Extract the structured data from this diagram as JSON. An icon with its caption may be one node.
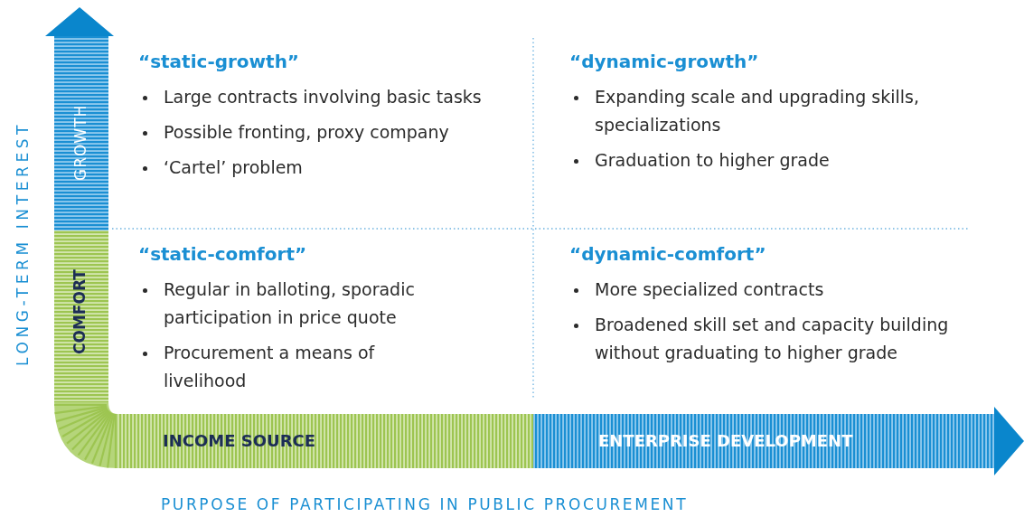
{
  "diagram": {
    "labels": [
      "LONG-TERM INTEREST",
      "GROWTH",
      "COMFORT",
      "“static-growth”",
      "Large contracts involving basic tasks",
      "Possible fronting, proxy company",
      "‘Cartel’ problem",
      "“dynamic-growth”",
      "Expanding scale and upgrading skills, specializations",
      "Graduation to higher grade",
      "“static-comfort”",
      "Regular in balloting, sporadic participation in price quote",
      "Procurement a means of livelihood",
      "“dynamic-comfort”",
      "More specialized contracts",
      "Broadened skill set and capacity building without graduating to higher grade",
      "INCOME SOURCE",
      "ENTERPRISE DEVELOPMENT",
      "PURPOSE OF PARTICIPATING IN PUBLIC PROCUREMENT"
    ]
  }
}
